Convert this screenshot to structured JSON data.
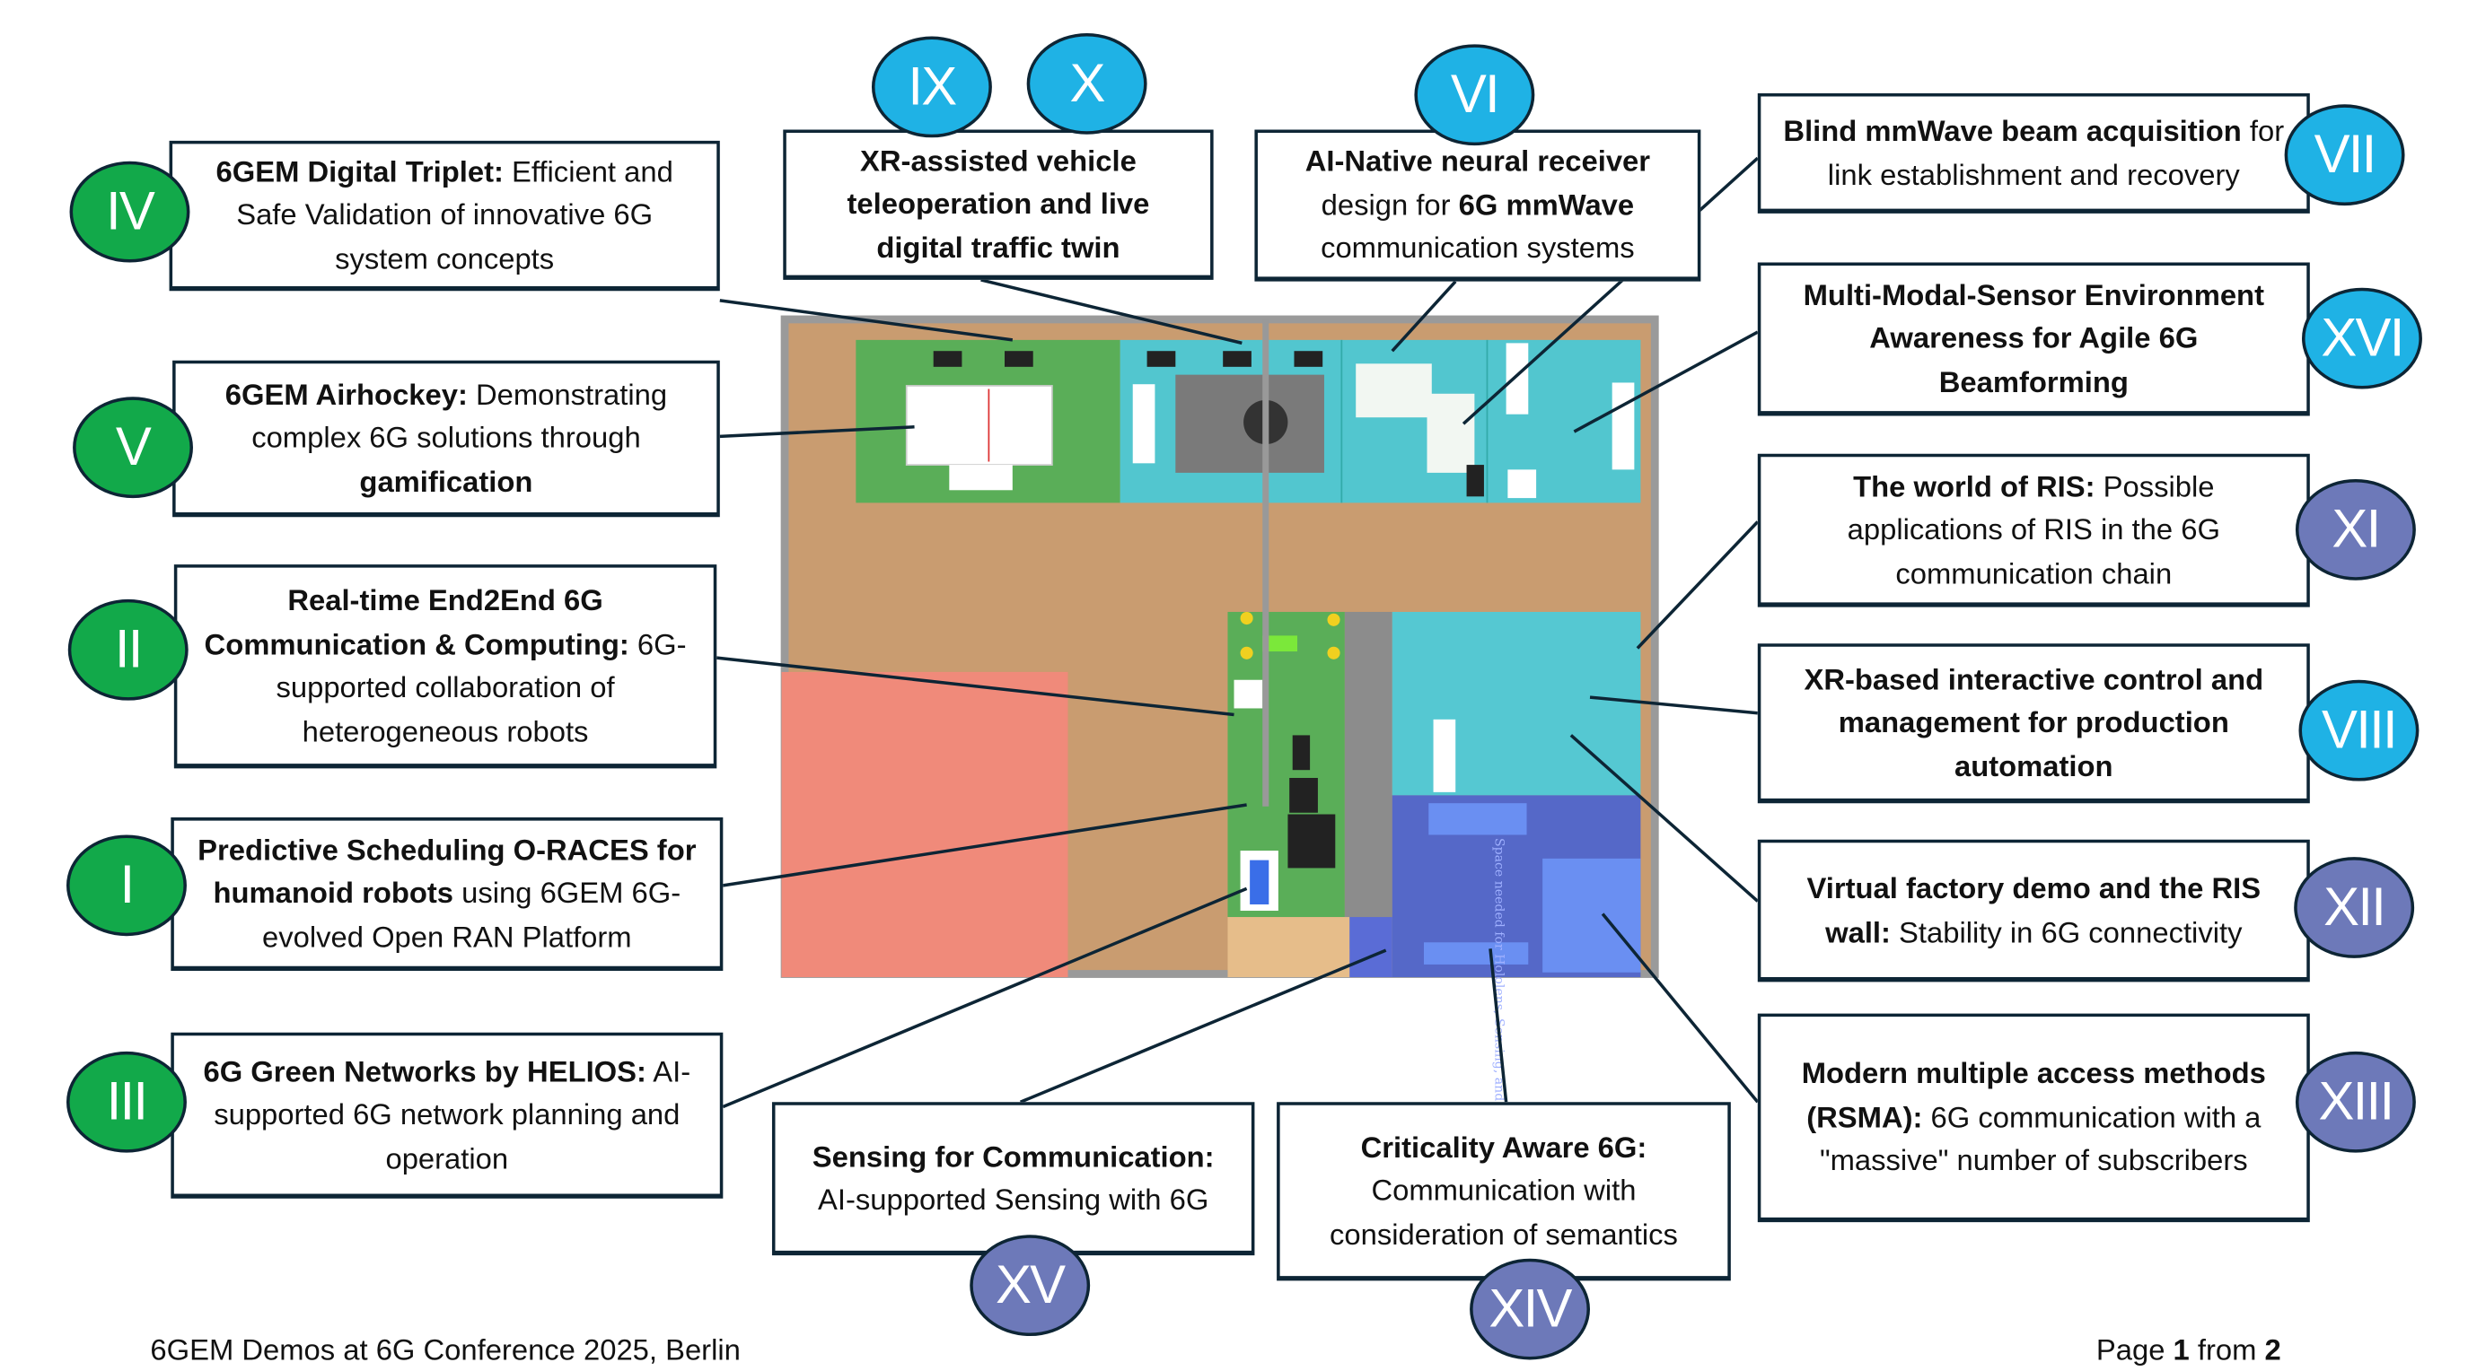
{
  "colors": {
    "green": "#12a94a",
    "cyan": "#1fb2e5",
    "purple": "#6d79b9",
    "border": "#0d2535"
  },
  "demos": [
    {
      "id": "IV",
      "badges": [
        "IV"
      ],
      "color": "green",
      "segments": [
        {
          "b": true,
          "t": "6GEM Digital Triplet:"
        },
        {
          "b": false,
          "t": " Efficient and Safe Validation of innovative 6G system concepts"
        }
      ]
    },
    {
      "id": "V",
      "badges": [
        "V"
      ],
      "color": "green",
      "segments": [
        {
          "b": true,
          "t": "6GEM Airhockey:"
        },
        {
          "b": false,
          "t": " Demonstrating complex 6G solutions through "
        },
        {
          "b": true,
          "t": "gamification"
        }
      ]
    },
    {
      "id": "II",
      "badges": [
        "II"
      ],
      "color": "green",
      "segments": [
        {
          "b": true,
          "t": "Real-time End2End 6G Communication & Computing:"
        },
        {
          "b": false,
          "t": " 6G-supported collaboration of heterogeneous robots"
        }
      ]
    },
    {
      "id": "I",
      "badges": [
        "I"
      ],
      "color": "green",
      "segments": [
        {
          "b": true,
          "t": "Predictive Scheduling O-RACES for humanoid robots"
        },
        {
          "b": false,
          "t": " using 6GEM 6G-evolved Open RAN Platform"
        }
      ]
    },
    {
      "id": "III",
      "badges": [
        "III"
      ],
      "color": "green",
      "segments": [
        {
          "b": true,
          "t": "6G Green Networks by HELIOS:"
        },
        {
          "b": false,
          "t": " AI-supported 6G network planning and operation"
        }
      ]
    },
    {
      "id": "IX-X",
      "badges": [
        "IX",
        "X"
      ],
      "color": "cyan",
      "segments": [
        {
          "b": true,
          "t": "XR-assisted vehicle teleoperation and live digital traffic twin"
        }
      ]
    },
    {
      "id": "VI",
      "badges": [
        "VI"
      ],
      "color": "cyan",
      "segments": [
        {
          "b": true,
          "t": "AI-Native neural receiver"
        },
        {
          "b": false,
          "t": " design for "
        },
        {
          "b": true,
          "t": "6G mmWave"
        },
        {
          "b": false,
          "t": " communication systems"
        }
      ]
    },
    {
      "id": "VII",
      "badges": [
        "VII"
      ],
      "color": "cyan",
      "segments": [
        {
          "b": true,
          "t": "Blind mmWave beam acquisition"
        },
        {
          "b": false,
          "t": " for link establishment and recovery"
        }
      ]
    },
    {
      "id": "XVI",
      "badges": [
        "XVI"
      ],
      "color": "cyan",
      "segments": [
        {
          "b": true,
          "t": "Multi-Modal-Sensor Environment Awareness for Agile 6G Beamforming"
        }
      ]
    },
    {
      "id": "XI",
      "badges": [
        "XI"
      ],
      "color": "purple",
      "segments": [
        {
          "b": true,
          "t": "The world of RIS:"
        },
        {
          "b": false,
          "t": " Possible applications of RIS in the 6G communication chain"
        }
      ]
    },
    {
      "id": "VIII",
      "badges": [
        "VIII"
      ],
      "color": "cyan",
      "segments": [
        {
          "b": true,
          "t": "XR-based interactive control and management for production automation"
        }
      ]
    },
    {
      "id": "XII",
      "badges": [
        "XII"
      ],
      "color": "purple",
      "segments": [
        {
          "b": true,
          "t": "Virtual factory demo and the RIS wall:"
        },
        {
          "b": false,
          "t": " Stability in 6G connectivity"
        }
      ]
    },
    {
      "id": "XIII",
      "badges": [
        "XIII"
      ],
      "color": "purple",
      "segments": [
        {
          "b": true,
          "t": "Modern multiple access methods (RSMA):"
        },
        {
          "b": false,
          "t": " 6G communication with a \"massive\" number of subscribers"
        }
      ]
    },
    {
      "id": "XV",
      "badges": [
        "XV"
      ],
      "color": "purple",
      "segments": [
        {
          "b": true,
          "t": "Sensing for Communication:"
        },
        {
          "b": false,
          "t": " AI-supported Sensing with 6G"
        }
      ]
    },
    {
      "id": "XIV",
      "badges": [
        "XIV"
      ],
      "color": "purple",
      "segments": [
        {
          "b": true,
          "t": "Criticality Aware 6G:"
        },
        {
          "b": false,
          "t": " Communication with consideration of semantics"
        }
      ]
    }
  ],
  "floorplan": {
    "hololens_note": "Space needed for Hololens, Sensing, and Detection"
  },
  "footer": {
    "left": "6GEM Demos at 6G Conference 2025, Berlin",
    "page_prefix": "Page ",
    "page_current": "1",
    "page_mid": " from ",
    "page_total": "2"
  }
}
